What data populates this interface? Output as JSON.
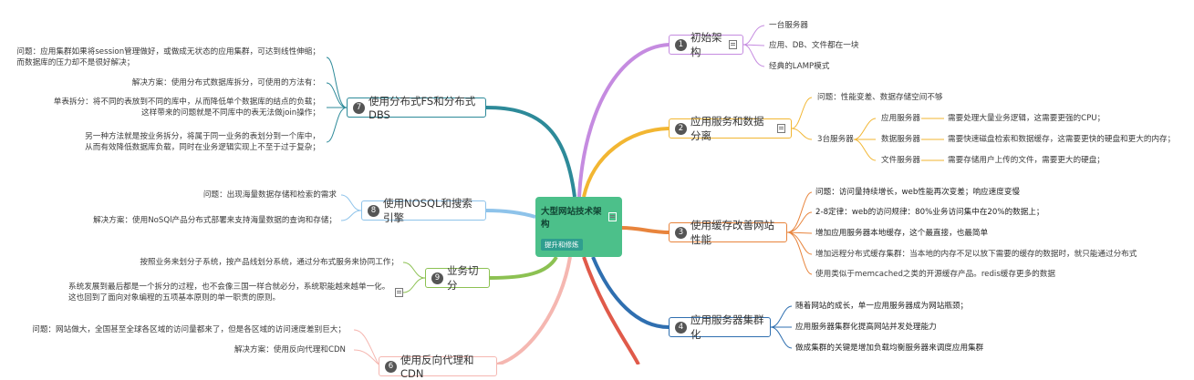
{
  "center": {
    "title": "大型网站技术架构",
    "tag": "提升和修炼"
  },
  "colors": {
    "n1": "#c58be0",
    "n2": "#f2b632",
    "n3": "#e8843c",
    "n4": "#2f6fb0",
    "n7": "#2d8a99",
    "n8": "#8ec3ea",
    "n9": "#8cc152",
    "n10": "#f5b7b1"
  },
  "nodes": {
    "n1": {
      "num": "1",
      "label": "初始架构",
      "leaves": [
        "一台服务器",
        "应用、DB、文件都在一块",
        "经典的LAMP模式"
      ]
    },
    "n2": {
      "num": "2",
      "label": "应用服务和数据分离",
      "problem": "问题：性能变差、数据存储空间不够",
      "servers_label": "3台服务器",
      "servers": [
        {
          "name": "应用服务器",
          "desc": "需要处理大量业务逻辑，这需要更强的CPU；"
        },
        {
          "name": "数据服务器",
          "desc": "需要快速磁盘检索和数据缓存，这需要更快的硬盘和更大的内存；"
        },
        {
          "name": "文件服务器",
          "desc": "需要存储用户上传的文件，需要更大的硬盘；"
        }
      ]
    },
    "n3": {
      "num": "3",
      "label": "使用缓存改善网站性能",
      "leaves": [
        "问题：访问量持续增长，web性能再次变差；响应速度变慢",
        "2-8定律：web的访问规律：80%业务访问集中在20%的数据上；",
        "增加应用服务器本地缓存，这个最直接，也最简单",
        "增加远程分布式缓存集群：当本地的内存不足以放下需要的缓存的数据时，就只能通过分布式",
        "使用类似于memcached之类的开源缓存产品。redis缓存更多的数据"
      ]
    },
    "n4": {
      "num": "4",
      "label": "应用服务器集群化",
      "leaves": [
        "随着网站的成长，单一应用服务器成为网站瓶颈；",
        "应用服务器集群化提高网站并发处理能力",
        "做成集群的关键是增加负载均衡服务器来调度应用集群"
      ]
    },
    "n7": {
      "num": "7",
      "label": "使用分布式FS和分布式DBS",
      "leaves": [
        [
          "问题：应用集群如果将session管理做好，或做成无状态的应用集群，可达到线性伸缩；",
          "而数据库的压力却不是很好解决；"
        ],
        [
          "解决方案：使用分布式数据库拆分，可使用的方法有："
        ],
        [
          "单表拆分：将不同的表放到不同的库中，从而降低单个数据库的结点的负载；",
          "这样带来的问题就是不同库中的表无法做join操作；"
        ],
        [
          "另一种方法就是按业务拆分，将属于同一业务的表划分到一个库中，",
          "从而有效降低数据库负载，同时在业务逻辑实现上不至于过于复杂；"
        ]
      ]
    },
    "n8": {
      "num": "8",
      "label": "使用NOSQL和搜索引擎",
      "leaves": [
        "问题：出现海量数据存储和检索的需求",
        "解决方案：使用NoSQl产品分布式部署来支持海量数据的查询和存储；"
      ]
    },
    "n9": {
      "num": "9",
      "label": "业务切分",
      "leaves": [
        [
          "按照业务来划分子系统，按产品线划分系统，通过分布式服务来协同工作；"
        ],
        [
          "系统发展到最后都是一个拆分的过程，也不会像三国一样合就必分，系统职能越来越单一化。",
          "这也回到了面向对象编程的五项基本原则的单一职责的原则。"
        ]
      ]
    },
    "n10": {
      "num": "6",
      "label": "使用反向代理和CDN",
      "leaves": [
        "问题：网站做大，全国甚至全球各区域的访问量都来了，但是各区域的访问速度差别巨大；",
        "解决方案：使用反向代理和CDN"
      ]
    }
  }
}
